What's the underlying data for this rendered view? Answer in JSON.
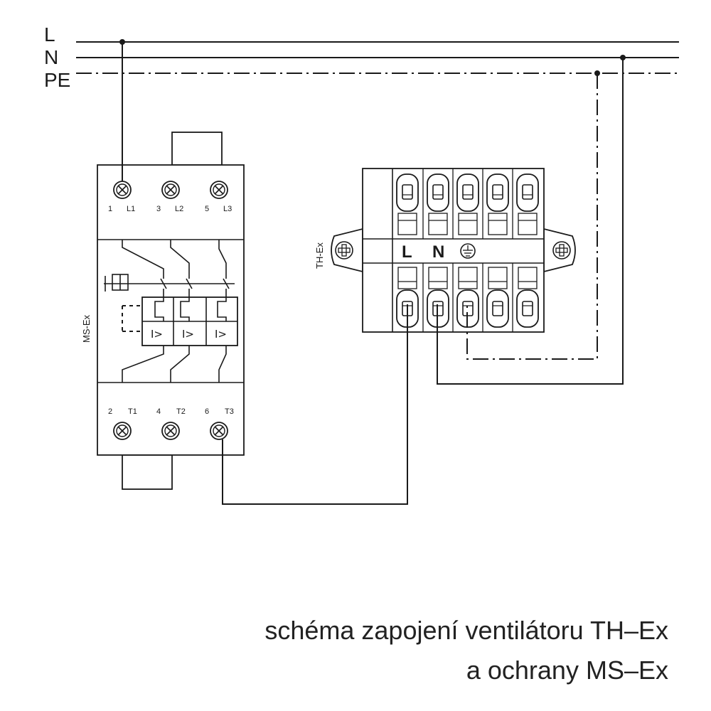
{
  "bus": {
    "l_label": "L",
    "n_label": "N",
    "pe_label": "PE"
  },
  "ms_ex": {
    "name": "MS-Ex",
    "top_terminals": [
      {
        "num": "1",
        "name": "L1"
      },
      {
        "num": "3",
        "name": "L2"
      },
      {
        "num": "5",
        "name": "L3"
      }
    ],
    "bottom_terminals": [
      {
        "num": "2",
        "name": "T1"
      },
      {
        "num": "4",
        "name": "T2"
      },
      {
        "num": "6",
        "name": "T3"
      }
    ],
    "relay_label": "I>"
  },
  "th_ex": {
    "name": "TH-Ex",
    "label_l": "L",
    "label_n": "N"
  },
  "caption": {
    "line1": "schéma zapojení ventilátoru TH–Ex",
    "line2": "a  ochrany MS–Ex"
  }
}
